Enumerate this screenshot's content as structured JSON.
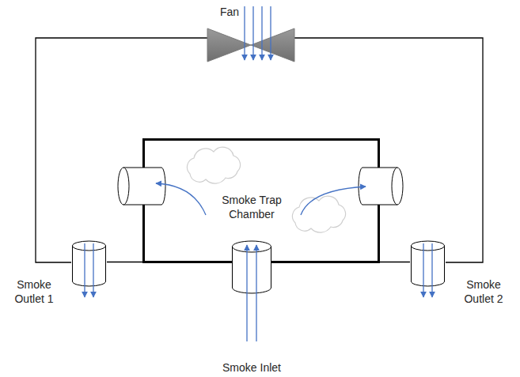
{
  "diagram": {
    "nodes": [
      {
        "text": [
          "Fan"
        ]
      },
      {
        "text": [
          "Smoke Trap Chamber"
        ]
      },
      {
        "text": [
          "Smoke Outlet 1"
        ]
      },
      {
        "text": [
          "Smoke Inlet"
        ]
      },
      {
        "text": [
          "Smoke Outlet 2"
        ]
      }
    ],
    "edges": [
      {
        "from": 0,
        "to": 2,
        "arrow": "none"
      },
      {
        "from": 0,
        "to": 4,
        "arrow": "none"
      },
      {
        "from": 2,
        "to": 1,
        "arrow": "none"
      },
      {
        "from": 1,
        "to": 4,
        "arrow": "none"
      }
    ]
  }
}
